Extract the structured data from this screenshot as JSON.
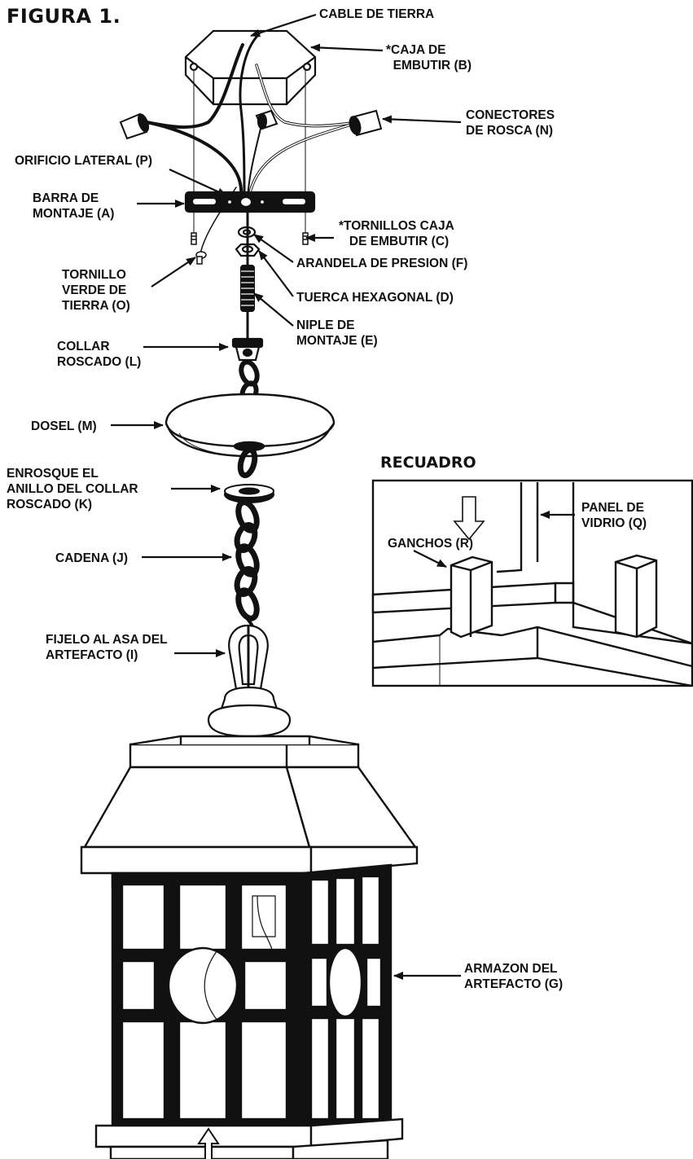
{
  "figure_title": "FIGURA 1.",
  "inset_title": "RECUADRO",
  "labels": {
    "cable_tierra": "CABLE DE TIERRA",
    "caja_embutir": "*CAJA DE\n  EMBUTIR (B)",
    "conectores": "CONECTORES\nDE ROSCA (N)",
    "orificio": "ORIFICIO LATERAL (P)",
    "barra": "BARRA DE\nMONTAJE (A)",
    "tornillos_caja": "*TORNILLOS CAJA\n   DE EMBUTIR (C)",
    "arandela": "ARANDELA DE PRESION (F)",
    "tornillo_verde": "TORNILLO\nVERDE DE\nTIERRA (O)",
    "tuerca": "TUERCA HEXAGONAL (D)",
    "niple": "NIPLE DE\nMONTAJE (E)",
    "collar": "COLLAR\nROSCADO (L)",
    "dosel": "DOSEL (M)",
    "enrosque": "ENROSQUE EL\nANILLO DEL COLLAR\nROSCADO (K)",
    "cadena": "CADENA (J)",
    "fijelo": "FIJELO AL ASA DEL\nARTEFACTO (I)",
    "panel": "PANEL DE\nVIDRIO (Q)",
    "ganchos": "GANCHOS (R)",
    "armazon": "ARMAZON DEL\nARTEFACTO (G)"
  }
}
